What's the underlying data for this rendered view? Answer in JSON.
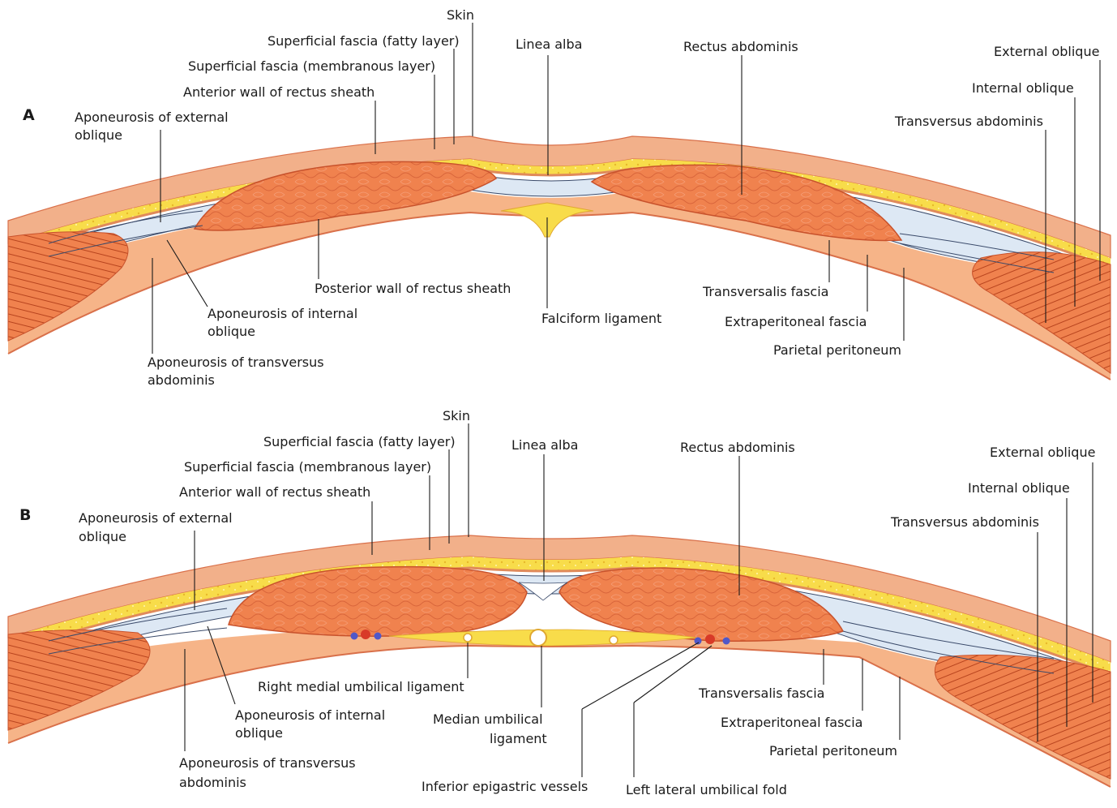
{
  "colors": {
    "skin": "#f2b08a",
    "skin_edge": "#d9704a",
    "fat": "#f8dc4a",
    "membranous": "#f0a070",
    "sheath": "#dde8f4",
    "sheath_line": "#3a4a6a",
    "muscle": "#f0824e",
    "muscle_edge": "#c8522c",
    "muscle_fibre": "#b8441e",
    "peritoneum": "#f6b488",
    "falciform": "#f8dc4a",
    "vessel_red": "#d83a28",
    "vessel_blue": "#5058c8"
  },
  "panel_a": {
    "letter": "A",
    "labels": {
      "skin": "Skin",
      "fatty": "Superficial fascia (fatty layer)",
      "membranous": "Superficial fascia (membranous layer)",
      "anterior_wall": "Anterior wall of rectus sheath",
      "aponeurosis_ext_1": "Aponeurosis of external",
      "aponeurosis_ext_2": "oblique",
      "linea_alba": "Linea alba",
      "rectus": "Rectus abdominis",
      "ext_oblique": "External oblique",
      "int_oblique": "Internal oblique",
      "transversus": "Transversus abdominis",
      "posterior_wall": "Posterior wall of rectus sheath",
      "aponeurosis_int_1": "Aponeurosis of internal",
      "aponeurosis_int_2": "oblique",
      "aponeurosis_trans_1": "Aponeurosis of transversus",
      "aponeurosis_trans_2": "abdominis",
      "falciform": "Falciform ligament",
      "transversalis": "Transversalis fascia",
      "extraperitoneal": "Extraperitoneal fascia",
      "parietal": "Parietal peritoneum"
    }
  },
  "panel_b": {
    "letter": "B",
    "labels": {
      "skin": "Skin",
      "fatty": "Superficial fascia (fatty layer)",
      "membranous": "Superficial fascia (membranous layer)",
      "anterior_wall": "Anterior wall of rectus sheath",
      "aponeurosis_ext_1": "Aponeurosis of external",
      "aponeurosis_ext_2": "oblique",
      "linea_alba": "Linea alba",
      "rectus": "Rectus abdominis",
      "ext_oblique": "External oblique",
      "int_oblique": "Internal oblique",
      "transversus": "Transversus abdominis",
      "right_medial": "Right medial umbilical ligament",
      "aponeurosis_int_1": "Aponeurosis of internal",
      "aponeurosis_int_2": "oblique",
      "aponeurosis_trans_1": "Aponeurosis of transversus",
      "aponeurosis_trans_2": "abdominis",
      "median_1": "Median umbilical",
      "median_2": "ligament",
      "inferior_epigastric": "Inferior epigastric vessels",
      "left_lateral": "Left lateral umbilical fold",
      "transversalis": "Transversalis fascia",
      "extraperitoneal": "Extraperitoneal fascia",
      "parietal": "Parietal peritoneum"
    }
  }
}
